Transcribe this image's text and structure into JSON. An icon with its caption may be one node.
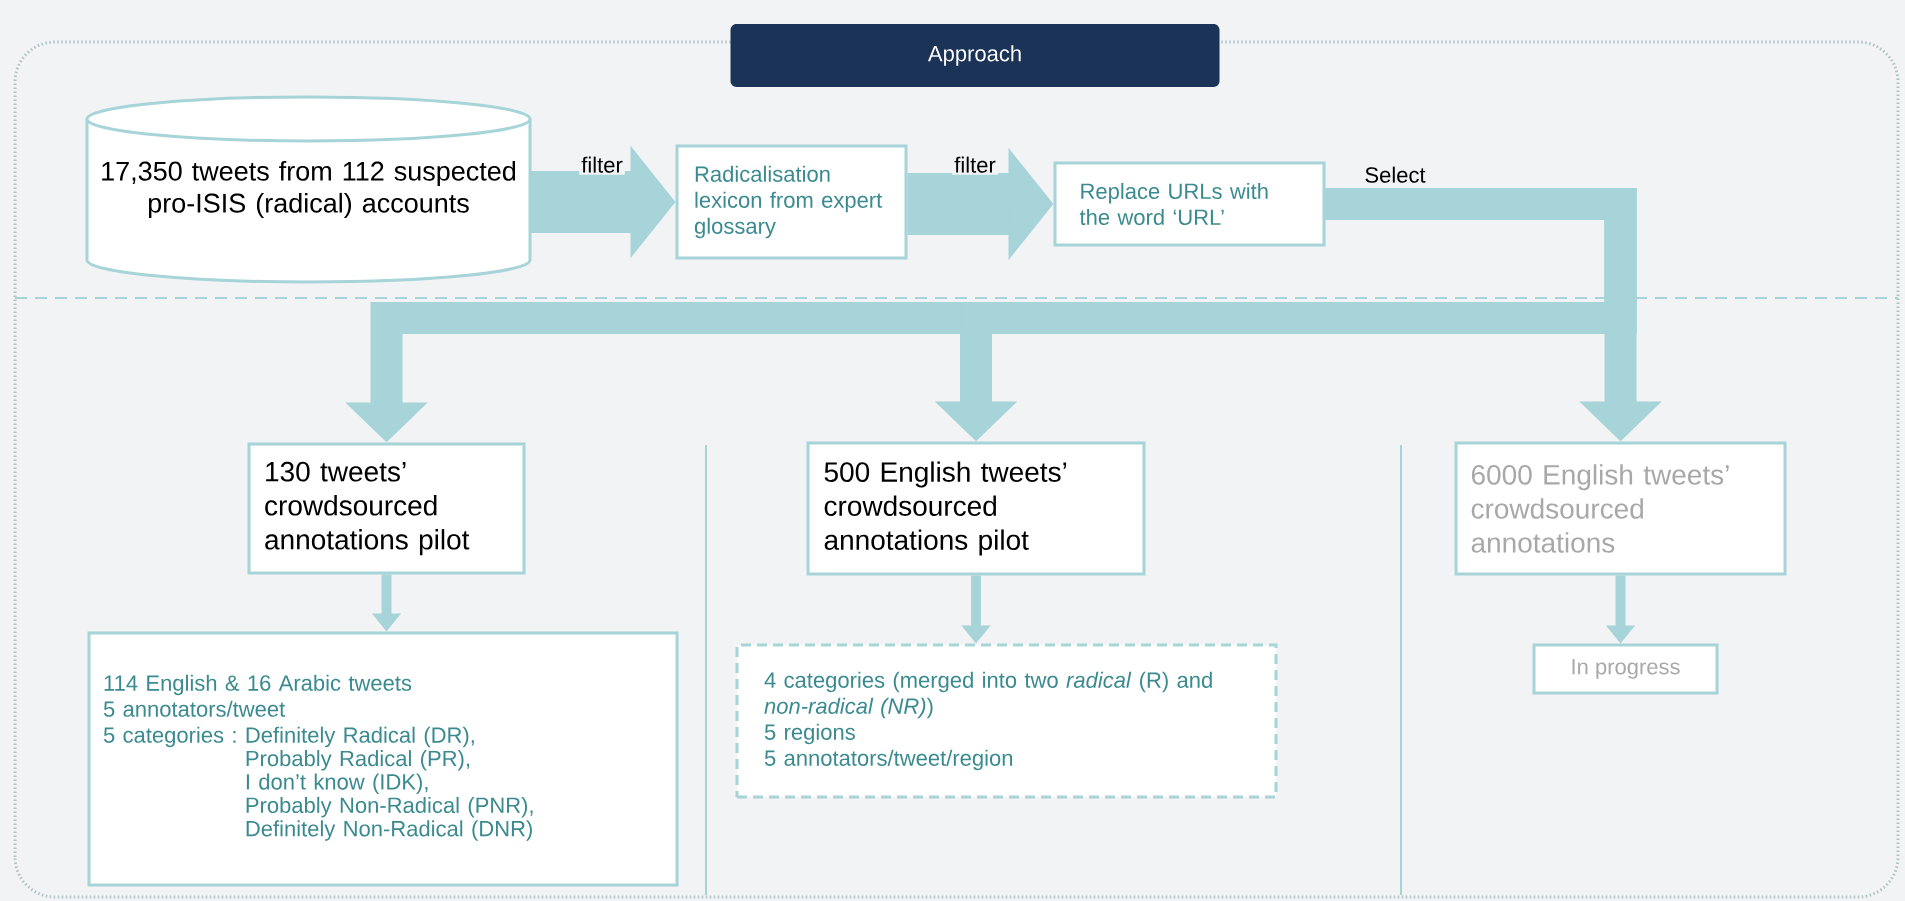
{
  "diagram": {
    "nodes": [
      {
        "text": [
          "Approach"
        ]
      },
      {
        "text": [
          "17,350 tweets from 112 suspected pro-ISIS (radical) accounts"
        ],
        "in": 0
      },
      {
        "text": [
          "Radicalisation lexicon from expert glossary"
        ],
        "in": 0
      },
      {
        "text": [
          "Replace URLs with the word ‘URL’"
        ],
        "in": 0
      },
      {
        "text": [
          "130 tweets’ crowdsourced annotations pilot"
        ],
        "in": 0
      },
      {
        "text": [
          "500 English tweets’ crowdsourced annotations pilot"
        ],
        "in": 0
      },
      {
        "text": [
          "6000 English tweets’ crowdsourced annotations"
        ],
        "in": 0
      },
      {
        "text": [
          "114 English & 16 Arabic tweets",
          "5 annotators/tweet",
          "5 categories :",
          "Definitely Radical (DR),",
          "Probably Radical (PR),",
          "I don’t know (IDK),",
          "Probably Non-Radical (PNR),",
          "Definitely Non-Radical (DNR)"
        ],
        "in": 0
      },
      {
        "text": [
          "4 categories (merged into two *radical* (R) and *non-radical (NR)*)",
          "5 regions",
          "5 annotators/tweet/region"
        ],
        "in": 0
      },
      {
        "text": [
          "In progress"
        ],
        "in": 0
      }
    ],
    "edges": [
      {
        "from": 1,
        "to": 2,
        "arrow": "to",
        "label": "filter",
        "style": "thick"
      },
      {
        "from": 2,
        "to": 3,
        "arrow": "to",
        "label": "filter",
        "style": "thick"
      },
      {
        "from": 3,
        "to": 4,
        "arrow": "to"
      },
      {
        "from": 3,
        "to": 5,
        "arrow": "to"
      },
      {
        "from": 3,
        "to": 6,
        "arrow": "to",
        "label": "Select"
      },
      {
        "from": 4,
        "to": 7,
        "arrow": "to"
      },
      {
        "from": 5,
        "to": 8,
        "arrow": "to"
      },
      {
        "from": 6,
        "to": 9,
        "arrow": "to"
      }
    ]
  }
}
